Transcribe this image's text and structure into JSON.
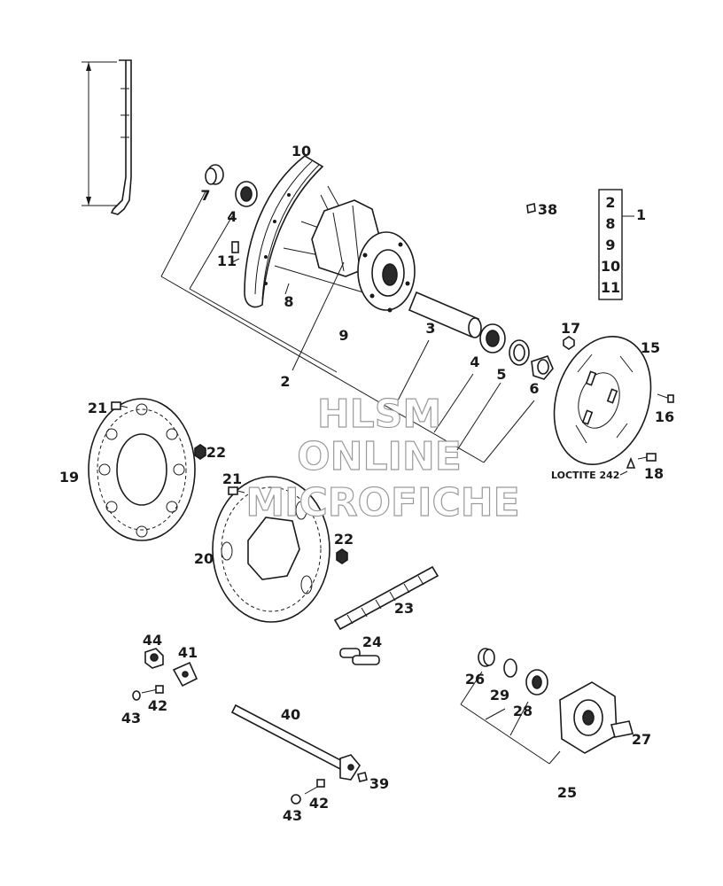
{
  "watermark": {
    "line1": "HLSM",
    "line2": "ONLINE",
    "line3": "MICROFICHE"
  },
  "note": "LOCTITE 242",
  "kit": {
    "label": "1",
    "items": [
      "2",
      "8",
      "9",
      "10",
      "11"
    ]
  },
  "callouts": {
    "c2": "2",
    "c3": "3",
    "c4a": "4",
    "c4b": "4",
    "c5": "5",
    "c6": "6",
    "c7": "7",
    "c8": "8",
    "c9": "9",
    "c10": "10",
    "c11": "11",
    "c15": "15",
    "c16": "16",
    "c17": "17",
    "c18": "18",
    "c19": "19",
    "c20": "20",
    "c21a": "21",
    "c21b": "21",
    "c22a": "22",
    "c22b": "22",
    "c23": "23",
    "c24": "24",
    "c25": "25",
    "c26": "26",
    "c27": "27",
    "c28": "28",
    "c29": "29",
    "c38": "38",
    "c39": "39",
    "c40": "40",
    "c41": "41",
    "c42a": "42",
    "c42b": "42",
    "c43a": "43",
    "c43b": "43",
    "c44": "44"
  }
}
